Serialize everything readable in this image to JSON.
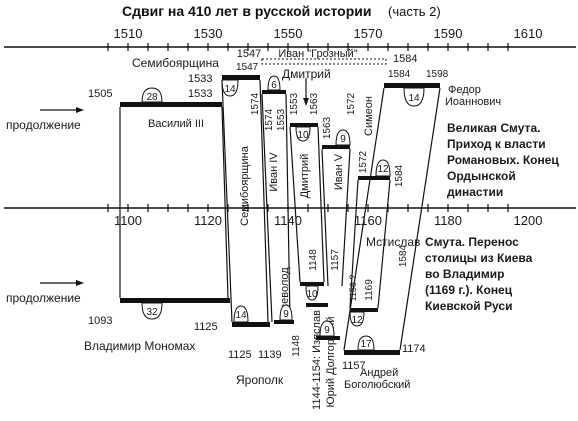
{
  "title": {
    "main": "Сдвиг на 410 лет в русской истории",
    "part": "(часть 2)"
  },
  "top_axis": {
    "ticks": [
      "1510",
      "1530",
      "1550",
      "1570",
      "1590",
      "1610"
    ]
  },
  "bottom_axis": {
    "ticks": [
      "1100",
      "1120",
      "1140",
      "1160",
      "1180",
      "1200"
    ]
  },
  "top": {
    "ivan_grozny": {
      "label": "Иван \"Грозный\"",
      "start": "1547",
      "end": "1584"
    },
    "labels": {
      "semiboyarshchina": "Семибоярщина",
      "dmitry": "Дмитрий",
      "continuation": "продолжение",
      "fedor_1": "Федор",
      "fedor_2": "Иоаннович"
    },
    "rulers": {
      "vasily": {
        "name": "Василий III",
        "dur": "28",
        "start": "1505",
        "end": "1533"
      },
      "semib": {
        "name": "Семибоярщина",
        "dur": "14",
        "start": "1533",
        "end": "1547",
        "end2": "1574"
      },
      "ivan4": {
        "name": "Иван IV",
        "dur": "6",
        "a": "1574",
        "b": "1553"
      },
      "dmitry": {
        "name": "Дмитрий",
        "dur": "10",
        "a": "1553",
        "b": "1563"
      },
      "ivan5": {
        "name": "Иван V",
        "dur": "9",
        "a": "1563",
        "b": "1572"
      },
      "simeon": {
        "name": "Симеон",
        "dur": "12",
        "a": "1572",
        "b": "1584"
      },
      "fedor": {
        "dur": "14",
        "start": "1584",
        "end": "1598"
      }
    },
    "note": [
      "Великая Смута.",
      "Приход к власти",
      "Романовых. Конец",
      "Ордынской",
      "династии"
    ]
  },
  "bottom": {
    "labels": {
      "continuation": "продолжение",
      "mstislav": "Мстислав"
    },
    "rulers": {
      "vladimir": {
        "name": "Владимир Мономах",
        "dur": "32",
        "start": "1093",
        "end": "1125"
      },
      "yaropolk": {
        "name": "Ярополк",
        "dur": "14",
        "start": "1125",
        "end": "1139"
      },
      "vsevolod": {
        "name": "Всеволод",
        "dur": "9",
        "start": "1139",
        "end": "1148"
      },
      "izyaslav": {
        "name": "1144-1154: Изяслав",
        "dur": "9",
        "a": "1148",
        "b": "1157"
      },
      "yuri": {
        "name": "Юрий Долгорукий",
        "dur": "10",
        "a": "1148"
      },
      "mstislav": {
        "name": "Мстислав",
        "dur": "12",
        "a": "1157",
        "b": "1169",
        "c": "1156 ?"
      },
      "andrey": {
        "name_1": "Андрей",
        "name_2": "Боголюбский",
        "dur": "17",
        "start": "1157",
        "end": "1174"
      }
    },
    "year_1184": "1584",
    "note": [
      "Смута. Перенос",
      "столицы из Киева",
      "во Владимир",
      "(1169 г.). Конец",
      "Киевской Руси"
    ]
  }
}
